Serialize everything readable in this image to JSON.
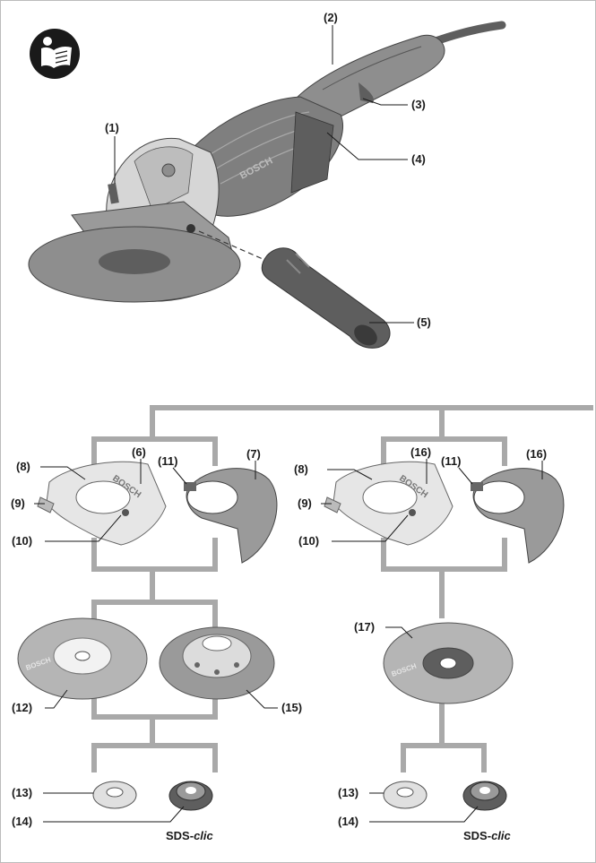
{
  "callouts": {
    "c1": "(1)",
    "c2": "(2)",
    "c3": "(3)",
    "c4": "(4)",
    "c5": "(5)",
    "c6": "(6)",
    "c7": "(7)",
    "left_8": "(8)",
    "left_9": "(9)",
    "left_10": "(10)",
    "left_11": "(11)",
    "c12": "(12)",
    "left_13": "(13)",
    "left_14": "(14)",
    "c15": "(15)",
    "right_8": "(8)",
    "right_9": "(9)",
    "right_10": "(10)",
    "right_11": "(11)",
    "right_16a": "(16)",
    "right_16b": "(16)",
    "c17": "(17)",
    "right_13": "(13)",
    "right_14": "(14)"
  },
  "brand_text": "BOSCH",
  "sds_prefix": "SDS-",
  "sds_suffix": "clic",
  "colors": {
    "line_gray": "#a9a9a9",
    "body_gray": "#8e8e8e",
    "dark_gray": "#5e5e5e",
    "light_gray": "#d6d6d6",
    "ink": "#1a1a1a"
  },
  "icons": [
    "read-manual-icon"
  ]
}
